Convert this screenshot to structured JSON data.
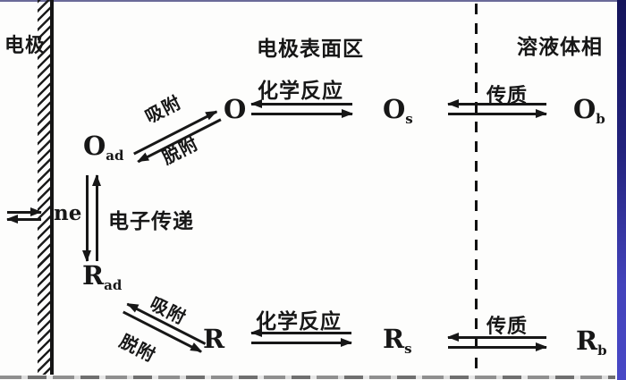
{
  "regions": {
    "electrode": "电极",
    "surface": "电极表面区",
    "bulk": "溶液体相"
  },
  "labels": {
    "adsorption": "吸附",
    "desorption": "脱附",
    "chemical_reaction": "化学反应",
    "mass_transfer": "传质",
    "electron_transfer": "电子传递",
    "electrons": "ne"
  },
  "species": {
    "o_ad": {
      "base": "O",
      "sub": "ad"
    },
    "o": {
      "base": "O",
      "sub": ""
    },
    "o_s": {
      "base": "O",
      "sub": "s"
    },
    "o_b": {
      "base": "O",
      "sub": "b"
    },
    "r_ad": {
      "base": "R",
      "sub": "ad"
    },
    "r": {
      "base": "R",
      "sub": ""
    },
    "r_s": {
      "base": "R",
      "sub": "s"
    },
    "r_b": {
      "base": "R",
      "sub": "b"
    }
  },
  "colors": {
    "ink": "#171717",
    "accent_strip_top": "#14145a",
    "accent_strip_bottom": "#4848c6",
    "background": "#fdfdfc"
  }
}
